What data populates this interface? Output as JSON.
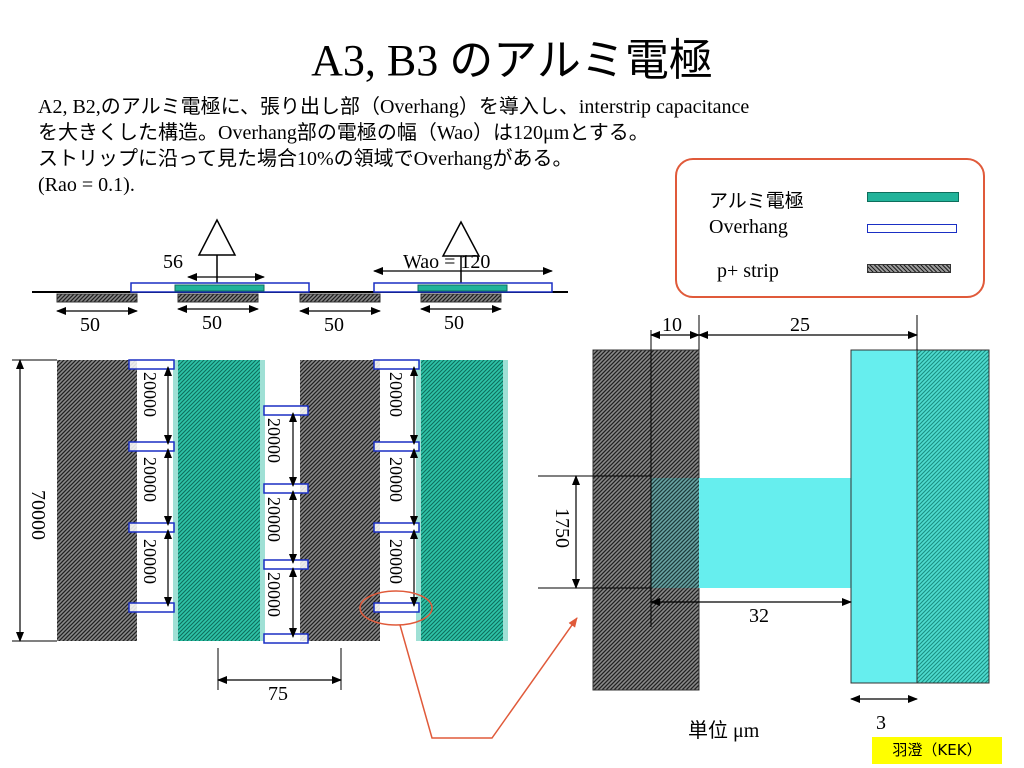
{
  "title": "A3, B3 のアルミ電極",
  "description_lines": [
    "A2, B2,のアルミ電極に、張り出し部（Overhang）を導入し、interstrip capacitance",
    "を大きくした構造。Overhang部の電極の幅（Wao）は120μmとする。",
    "ストリップに沿って見た場合10%の領域でOverhangがある。",
    "(Rao = 0.1)."
  ],
  "legend": {
    "items": [
      {
        "label": "アルミ電極",
        "swatch": "aluminum"
      },
      {
        "label": "Overhang",
        "swatch": "overhang"
      },
      {
        "label": "p+ strip",
        "swatch": "pstrip"
      }
    ]
  },
  "colors": {
    "aluminum": "#22b39a",
    "overhang_border": "#1a2fc4",
    "pstrip": "#555555",
    "cyan": "#66eeee",
    "accent_red": "#e05a3a",
    "credit_bg": "#ffff00"
  },
  "cross_section": {
    "label_56": "56",
    "label_wao": "Wao = 120",
    "pitch_labels": [
      "50",
      "50",
      "50",
      "50"
    ]
  },
  "strip_view": {
    "label_70000": "70000",
    "label_20000": "20000",
    "label_75": "75"
  },
  "zoom_view": {
    "label_10": "10",
    "label_25": "25",
    "label_1750": "1750",
    "label_32": "32",
    "label_3": "3"
  },
  "units": "単位 μm",
  "credit": "羽澄（KEK）"
}
